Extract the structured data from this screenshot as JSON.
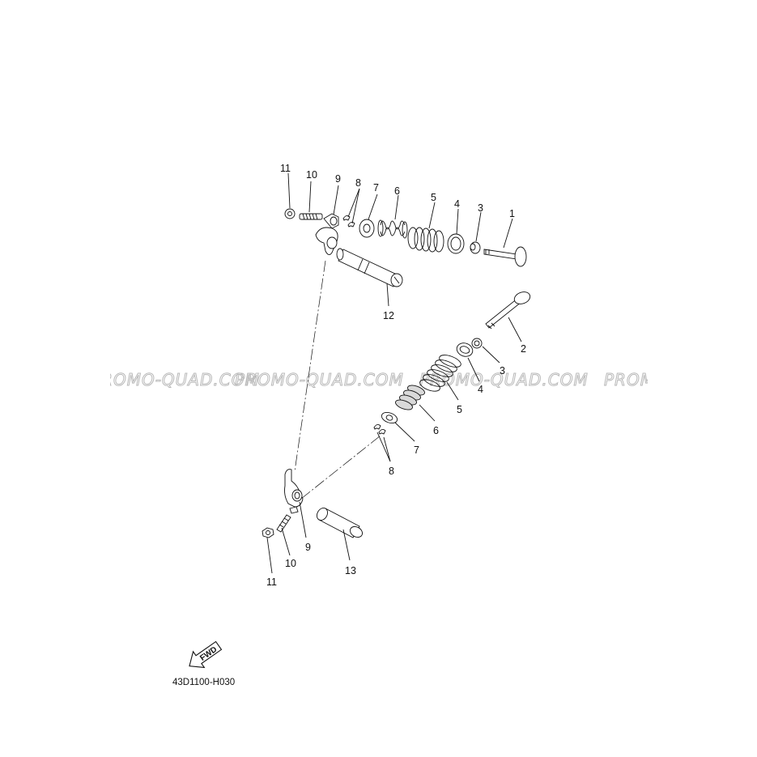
{
  "diagram": {
    "drawing_code": "43D1100-H030",
    "fwd_label": "FWD",
    "watermark": [
      "PROMO-QUAD.COM",
      "PROMO-QUAD.COM",
      "PROMO-QUAD.COM",
      "PROMO-QUAD.COM"
    ],
    "callouts_top": [
      "11",
      "10",
      "9",
      "8",
      "7",
      "6",
      "5",
      "4",
      "3",
      "1",
      "12"
    ],
    "callouts_bottom": [
      "2",
      "3",
      "4",
      "5",
      "6",
      "7",
      "8",
      "9",
      "10",
      "11",
      "13"
    ]
  }
}
